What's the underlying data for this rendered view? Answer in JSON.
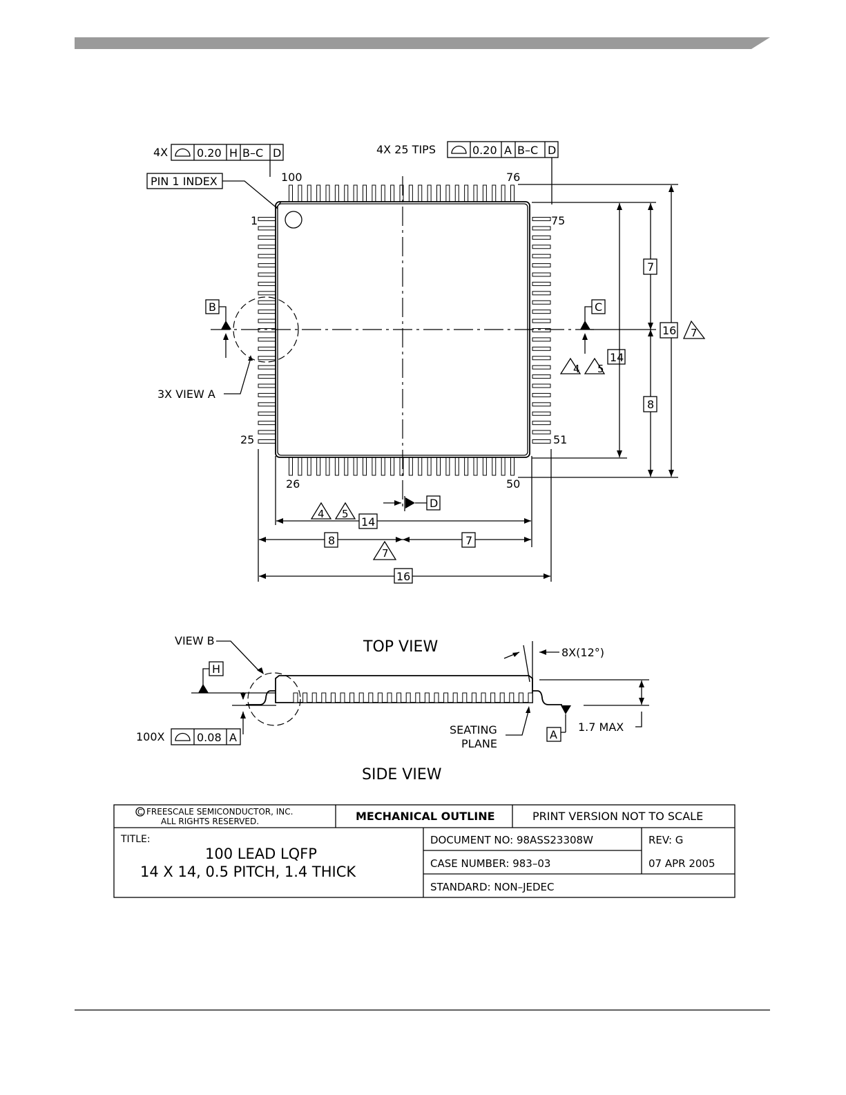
{
  "header_bar_color": "#9a9a9a",
  "callouts": {
    "top_left_count": "4X",
    "top_left_fcf": [
      "0.20",
      "H",
      "B–C",
      "D"
    ],
    "top_tips_count": "4X 25 TIPS",
    "top_tips_fcf": [
      "0.20",
      "A",
      "B–C",
      "D"
    ],
    "pin1_index": "PIN 1 INDEX",
    "view_a": "3X VIEW A",
    "view_b": "VIEW B",
    "side_count": "100X",
    "side_fcf": [
      "0.08",
      "A"
    ],
    "angle": "8X(12°)",
    "seating_plane": [
      "SEATING",
      "PLANE"
    ],
    "max_height": "1.7 MAX"
  },
  "pins": {
    "p100": "100",
    "p76": "76",
    "p1": "1",
    "p75": "75",
    "p25": "25",
    "p51": "51",
    "p26": "26",
    "p50": "50"
  },
  "datums": {
    "B": "B",
    "C": "C",
    "D": "D",
    "H": "H",
    "A": "A"
  },
  "dimensions": {
    "d7a": "7",
    "d8a": "8",
    "d16a": "16",
    "d14a": "14",
    "d14b": "14",
    "d8b": "8",
    "d7b": "7",
    "d16b": "16"
  },
  "notes": {
    "n4a": "4",
    "n5a": "5",
    "n7a": "7",
    "n4b": "4",
    "n5b": "5",
    "n7b": "7"
  },
  "view_titles": {
    "top": "TOP VIEW",
    "side": "SIDE VIEW"
  },
  "title_block": {
    "copyright_line1": "FREESCALE SEMICONDUCTOR, INC.",
    "copyright_line2": "ALL RIGHTS RESERVED.",
    "outline": "MECHANICAL OUTLINE",
    "print_version": "PRINT VERSION NOT TO SCALE",
    "title_label": "TITLE:",
    "title_line1": "100 LEAD LQFP",
    "title_line2": "14 X 14, 0.5 PITCH, 1.4 THICK",
    "document_no": "DOCUMENT NO: 98ASS23308W",
    "rev": "REV: G",
    "case_number": "CASE NUMBER: 983–03",
    "date": "07 APR 2005",
    "standard": "STANDARD: NON–JEDEC"
  }
}
